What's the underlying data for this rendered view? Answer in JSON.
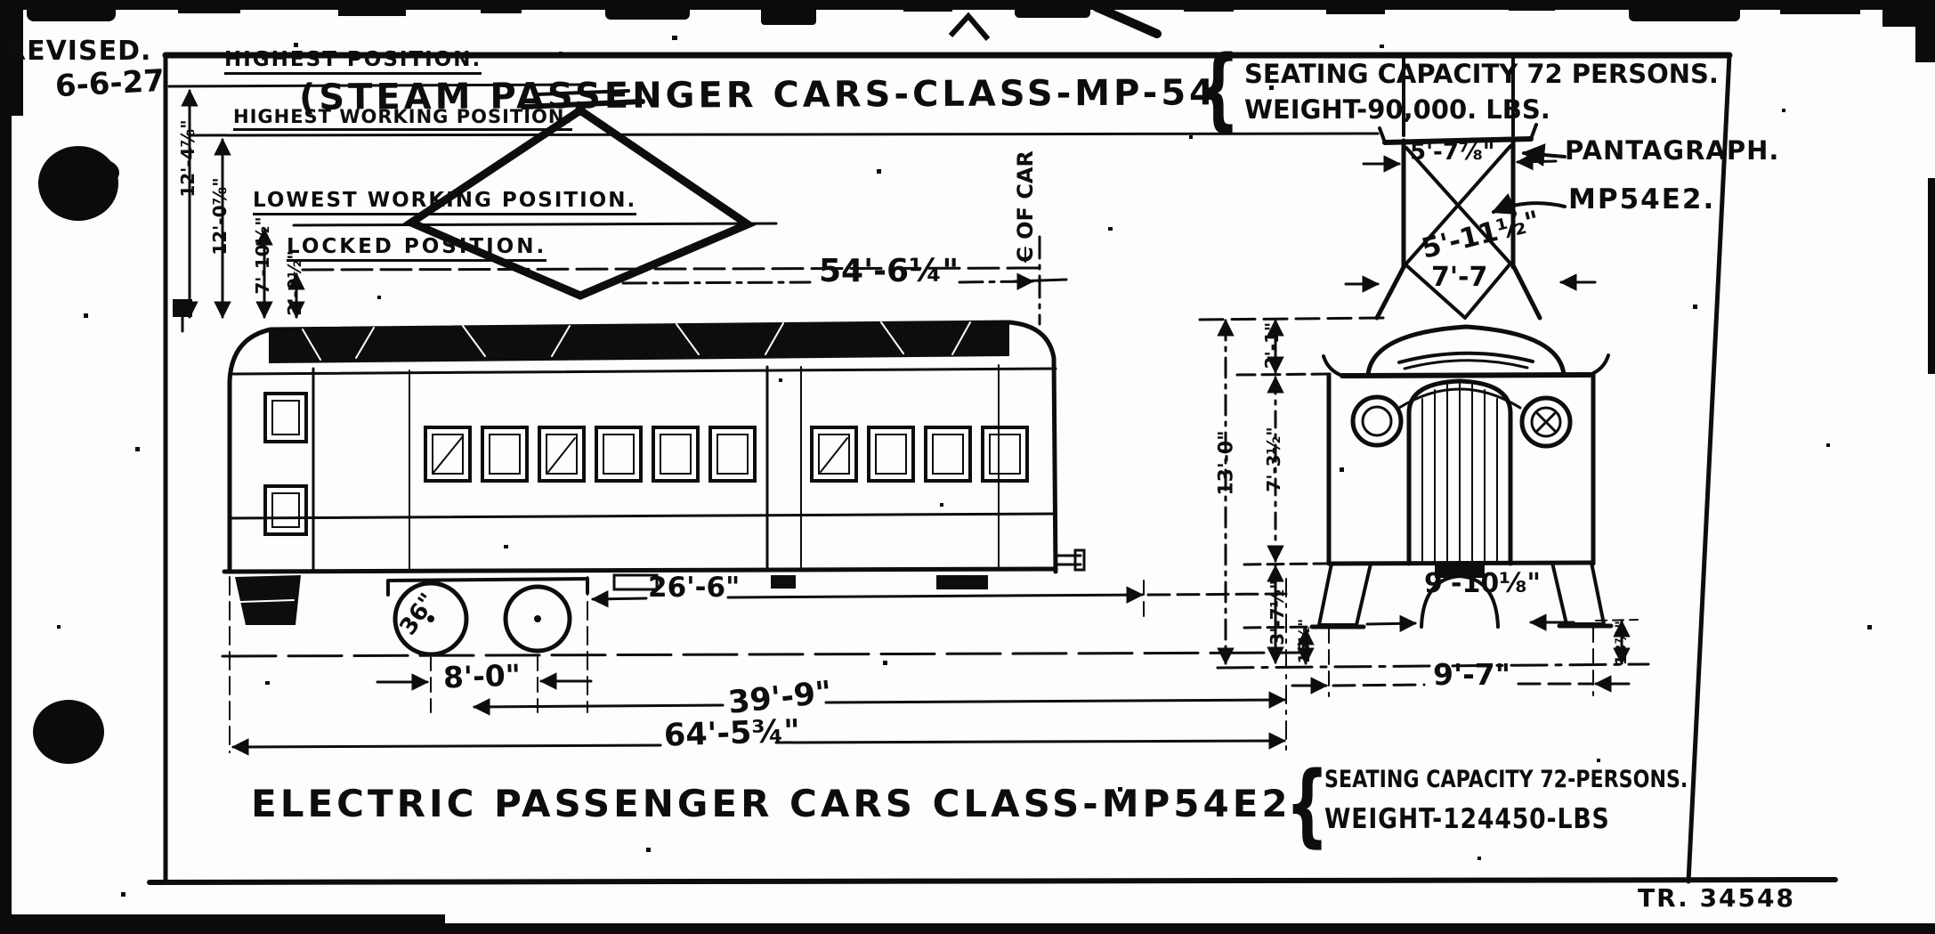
{
  "revision": {
    "label": "REVISED.",
    "date": "6-6-27"
  },
  "header": {
    "title": "(STEAM PASSENGER CARS-CLASS-MP-54",
    "brace": "{",
    "seating": "SEATING CAPACITY 72 PERSONS.",
    "weight": "WEIGHT-90,000. LBS."
  },
  "pantograph_positions": {
    "highest": "HIGHEST POSITION.",
    "highest_working": "HIGHEST WORKING POSITION.",
    "lowest_working": "LOWEST WORKING POSITION.",
    "locked": "LOCKED POSITION.",
    "dim_highest": "12'-4⅞\"",
    "dim_highest_working": "12'-0⅞\"",
    "dim_lowest_working": "7'-10½\"",
    "dim_locked": "2'-0½\""
  },
  "side_view": {
    "centerline_c": "C",
    "centerline_rest": " OF CAR",
    "dim_body_length": "54'-6¼\"",
    "dim_truck_centers": "26'-6\"",
    "dim_wheelbase": "8'-0\"",
    "dim_truck_to_end": "39'-9\"",
    "dim_overall_length": "64'-5¾\"",
    "wheel_diameter": "36\""
  },
  "front_view": {
    "pantograph_label": "PANTAGRAPH.",
    "pantograph_model": "MP54E2.",
    "dim_pan_width": "5'-7⅞\"",
    "dim_pan_diagonal": "5'-11½\"",
    "dim_roof_width": "7'-7",
    "dim_roof_crown": "2'-1\"",
    "dim_rail_to_roof": "13'-0\"",
    "dim_body_side_height": "7'-3½\"",
    "dim_floor_to_rail": "3'-7½\"",
    "dim_step_height": "15½\"",
    "dim_width_over_legs": "9'-10⅛\"",
    "dim_body_width": "9'-7\"",
    "dim_right_clearance": "13⅞\""
  },
  "footer": {
    "title": "ELECTRIC PASSENGER CARS CLASS-MP54E2",
    "brace": "{",
    "seating": "SEATING CAPACITY 72-PERSONS.",
    "weight": "WEIGHT-124450-LBS",
    "drawing_number": "TR. 34548"
  }
}
